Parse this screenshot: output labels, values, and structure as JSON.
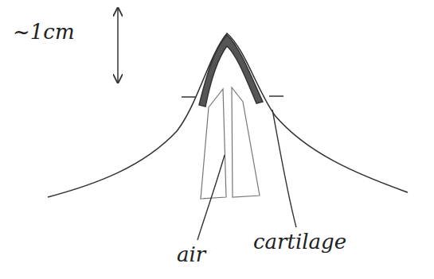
{
  "diagram": {
    "labels": [
      "~1cm",
      "air",
      "cartilage"
    ]
  }
}
